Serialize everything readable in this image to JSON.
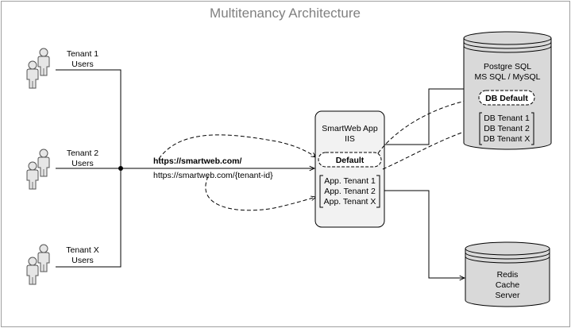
{
  "title": "Multitenancy Architecture",
  "tenants": [
    {
      "line1": "Tenant 1",
      "line2": "Users"
    },
    {
      "line1": "Tenant 2",
      "line2": "Users"
    },
    {
      "line1": "Tenant X",
      "line2": "Users"
    }
  ],
  "urls": {
    "primary": "https://smartweb.com/",
    "secondary": "https://smartweb.com/{tenant-id}"
  },
  "app_server": {
    "line1": "SmartWeb App",
    "line2": "IIS",
    "default_label": "Default",
    "tenant_apps": [
      "App. Tenant 1",
      "App. Tenant 2",
      "App. Tenant X"
    ]
  },
  "database": {
    "line1": "Postgre SQL",
    "line2": "MS SQL / MySQL",
    "default_label": "DB Default",
    "tenant_dbs": [
      "DB Tenant 1",
      "DB Tenant 2",
      "DB Tenant X"
    ]
  },
  "cache": {
    "line1": "Redis",
    "line2": "Cache",
    "line3": "Server"
  },
  "colors": {
    "frame": "#a0a0a0",
    "box_fill": "#f2f2f2",
    "cylinder_fill": "#d9d9d9",
    "user_fill": "#e6e6e6",
    "title": "#808080"
  }
}
